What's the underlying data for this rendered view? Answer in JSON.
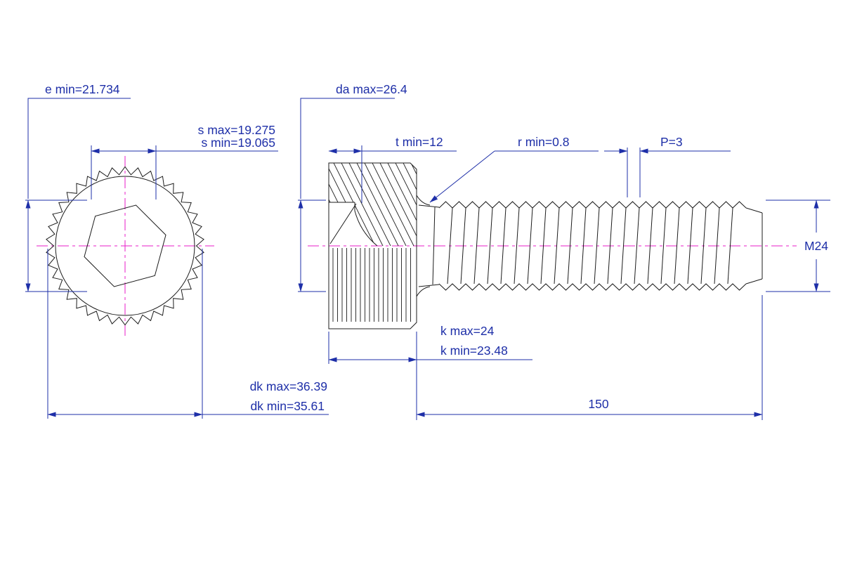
{
  "labels": {
    "e_min": "e min=21.734",
    "s_max": "s max=19.275",
    "s_min": "s min=19.065",
    "dk_max": "dk max=36.39",
    "dk_min": "dk min=35.61",
    "da_max": "da max=26.4",
    "t_min": "t min=12",
    "r_min": "r min=0.8",
    "pitch": "P=3",
    "thread": "M24",
    "k_max": "k max=24",
    "k_min": "k min=23.48",
    "length": "150"
  },
  "colors": {
    "dimension": "#1e2fa8",
    "outline": "#1c1c1c",
    "centerline": "#e81ec8",
    "background": "#ffffff"
  }
}
